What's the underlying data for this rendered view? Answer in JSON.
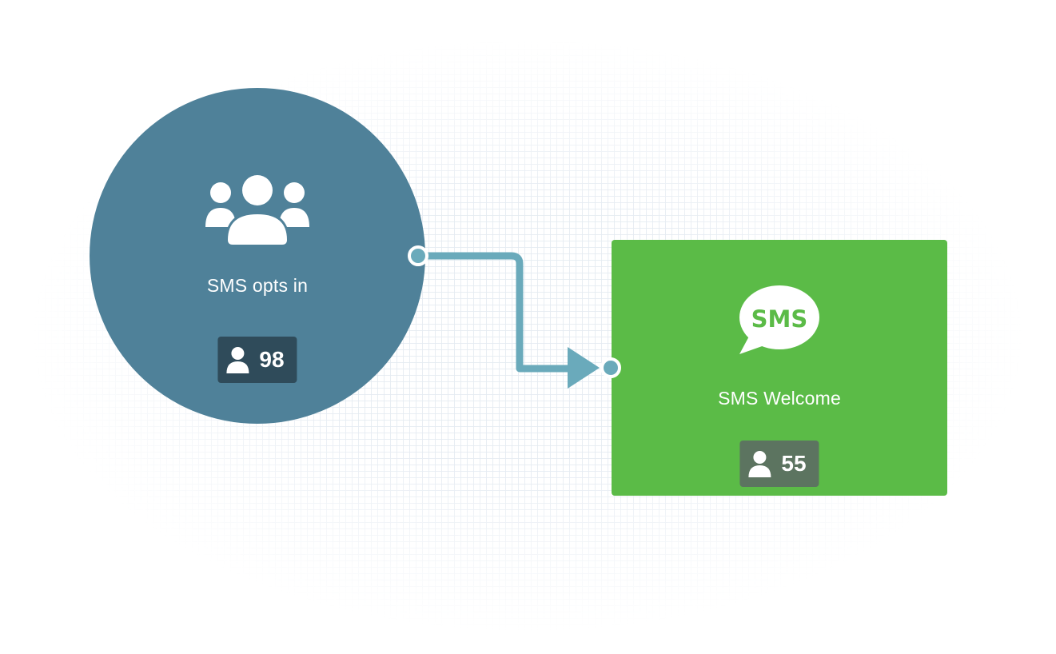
{
  "workflow": {
    "nodes": [
      {
        "id": "trigger",
        "shape": "circle",
        "label": "SMS opts in",
        "icon": "group-icon",
        "count": "98",
        "count_icon": "person-icon",
        "color": "#4f8199"
      },
      {
        "id": "action",
        "shape": "rectangle",
        "label": "SMS Welcome",
        "icon": "sms-bubble-icon",
        "icon_text": "SMS",
        "count": "55",
        "count_icon": "person-icon",
        "color": "#5bbb47"
      }
    ],
    "connection": {
      "from": "SMS opts in",
      "to": "SMS Welcome",
      "color": "#6aaabb"
    }
  }
}
